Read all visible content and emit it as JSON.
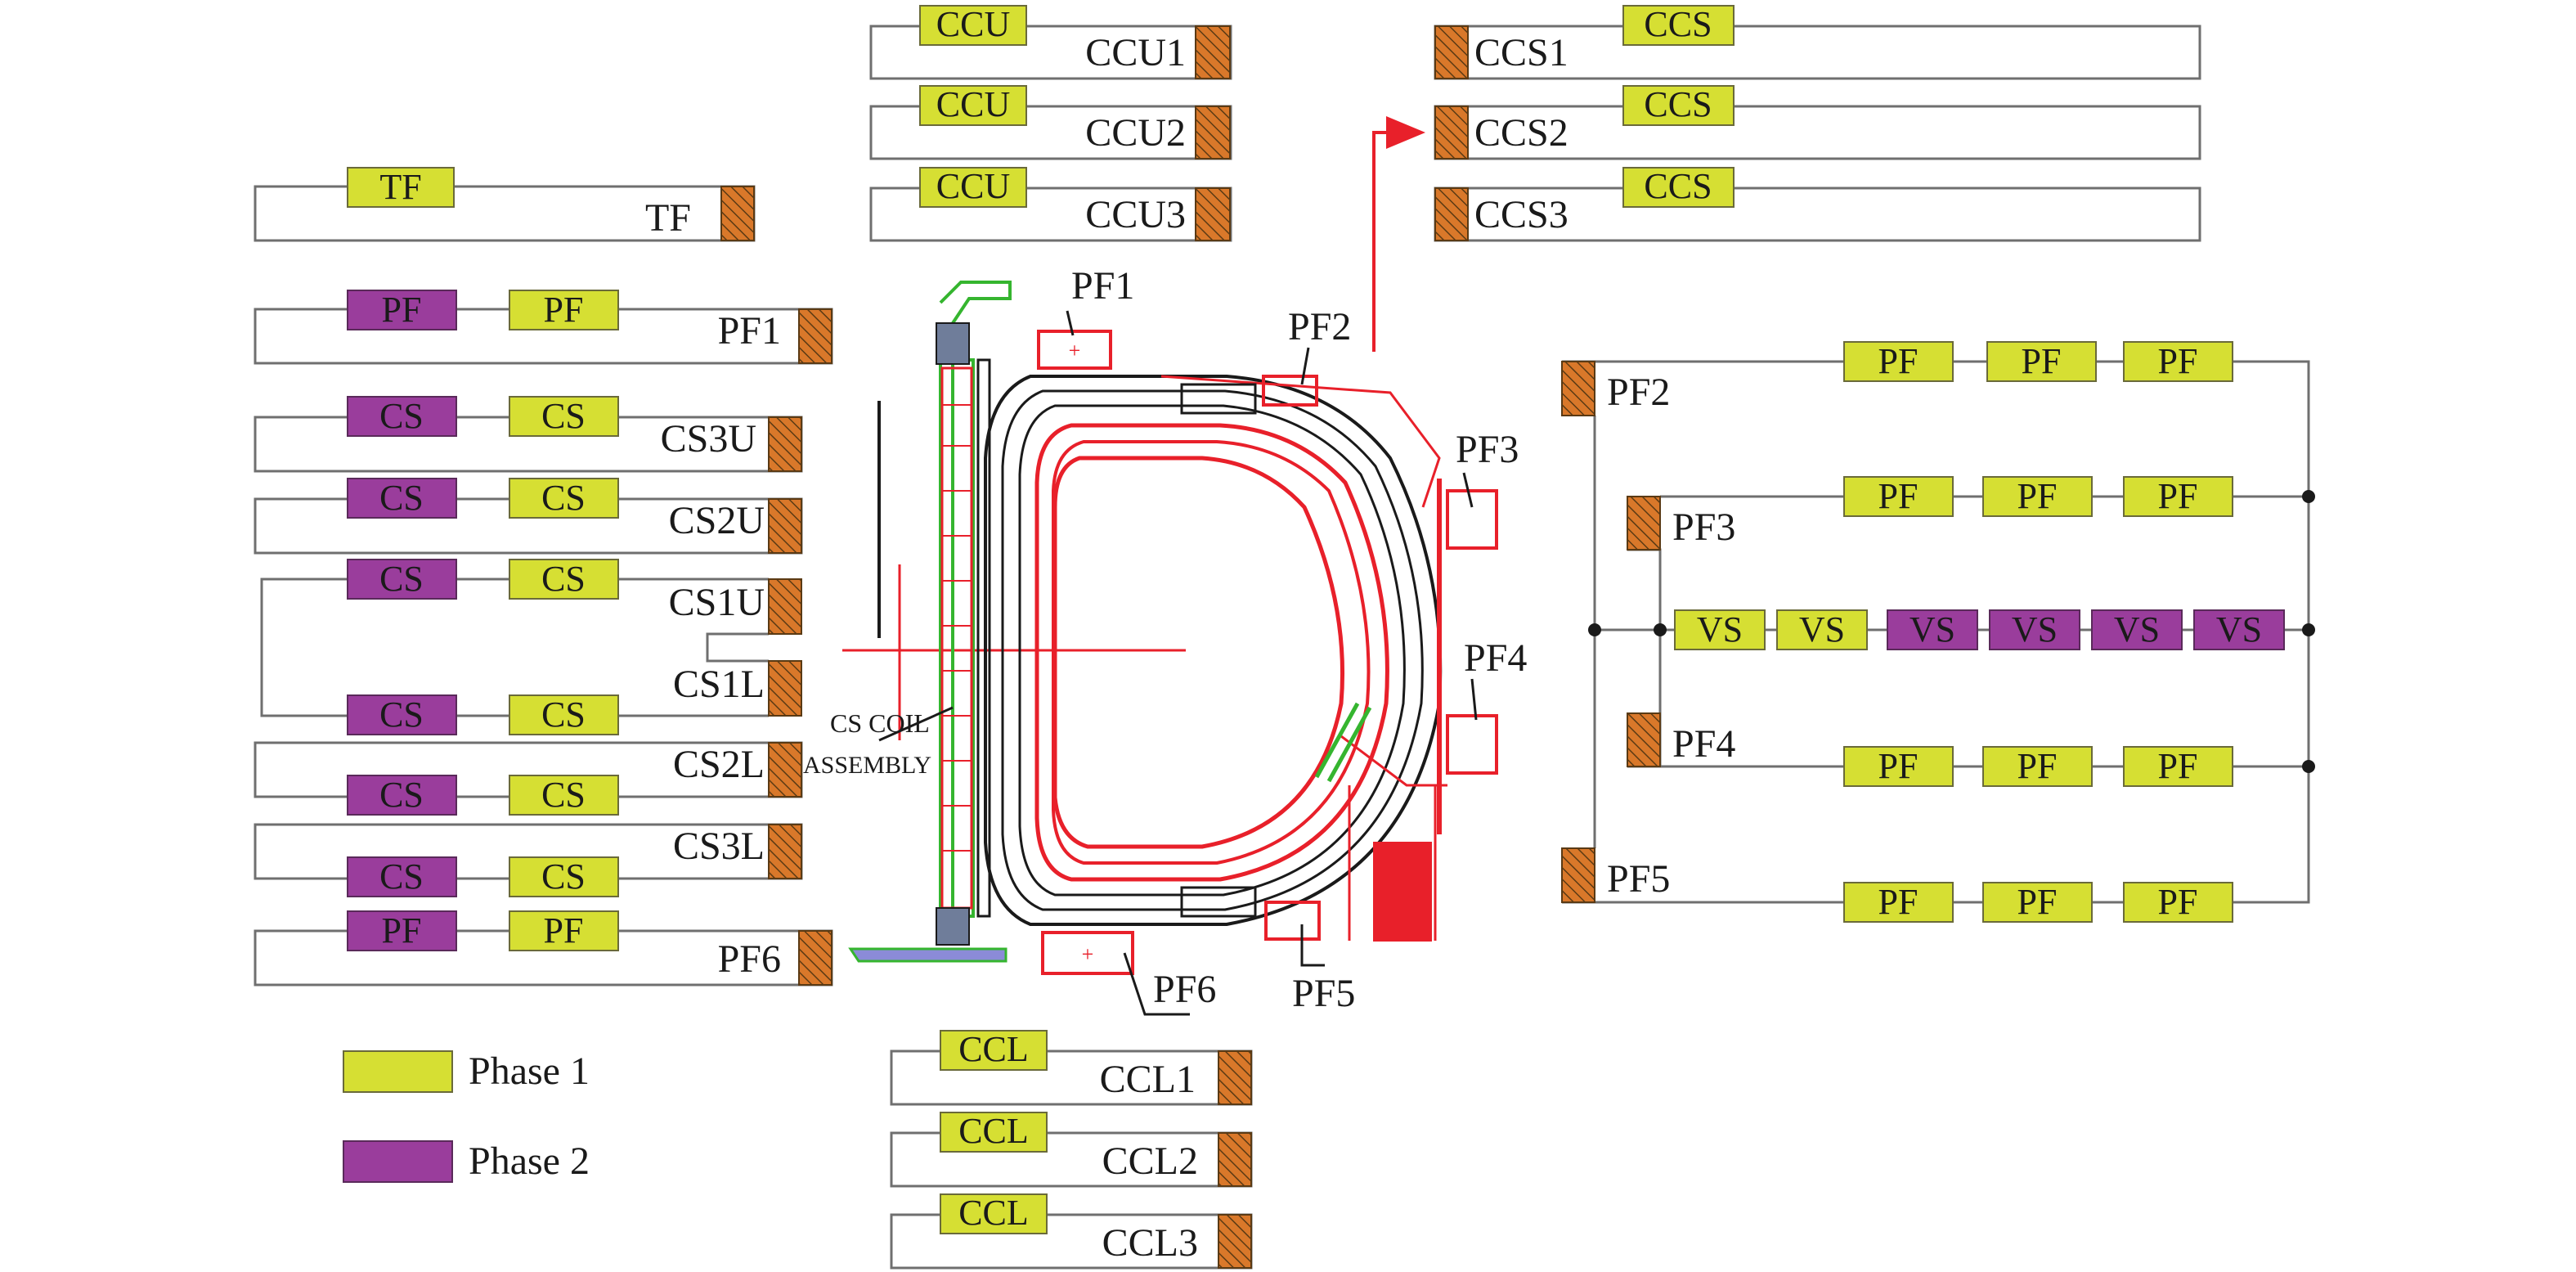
{
  "colors": {
    "phase1": "#d6df33",
    "phase2": "#9a3d9c",
    "terminal": "#d9782a",
    "red": "#e8202a",
    "green": "#35b52f"
  },
  "boxes": {
    "ccu": "CCU",
    "ccs": "CCS",
    "ccl": "CCL",
    "tf": "TF",
    "pf": "PF",
    "cs": "CS",
    "vs": "VS"
  },
  "circuits": {
    "top_center": [
      "CCU1",
      "CCU2",
      "CCU3"
    ],
    "top_right": [
      "CCS1",
      "CCS2",
      "CCS3"
    ],
    "bottom_center": [
      "CCL1",
      "CCL2",
      "CCL3"
    ],
    "left": {
      "tf": "TF",
      "pf1": "PF1",
      "cs3u": "CS3U",
      "cs2u": "CS2U",
      "cs1u": "CS1U",
      "cs1l": "CS1L",
      "cs2l": "CS2L",
      "cs3l": "CS3L",
      "pf6": "PF6"
    },
    "right": {
      "pf2": "PF2",
      "pf3": "PF3",
      "pf4": "PF4",
      "pf5": "PF5"
    }
  },
  "tokamak_labels": {
    "pf1": "PF1",
    "pf2": "PF2",
    "pf3": "PF3",
    "pf4": "PF4",
    "pf5": "PF5",
    "pf6": "PF6",
    "cs_coil_line1": "CS COIL",
    "cs_coil_line2": "ASSEMBLY"
  },
  "legend": {
    "phase1": "Phase 1",
    "phase2": "Phase 2"
  }
}
